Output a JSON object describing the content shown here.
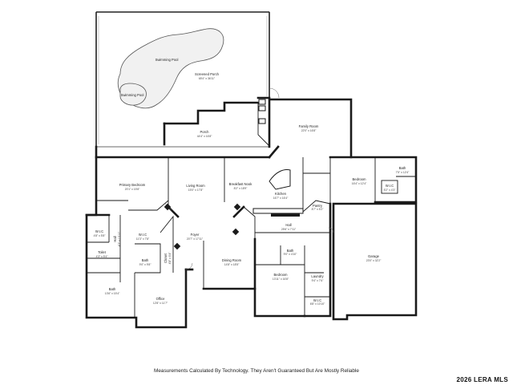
{
  "rooms": [
    {
      "id": "screened-porch",
      "name": "Screened Porch",
      "dims": "65'4\" x 36'11\""
    },
    {
      "id": "swimming-pool-1",
      "name": "Swimming Pool",
      "dims": ""
    },
    {
      "id": "swimming-pool-2",
      "name": "Swimming Pool",
      "dims": ""
    },
    {
      "id": "porch",
      "name": "Porch",
      "dims": "44'4\" x 16'8\""
    },
    {
      "id": "family-room",
      "name": "Family Room",
      "dims": "22'0\" x 16'8\""
    },
    {
      "id": "primary-bedroom",
      "name": "Primary Bedroom",
      "dims": "20'1\" x 15'8\""
    },
    {
      "id": "living-room",
      "name": "Living Room",
      "dims": "15'0\" x 17'8\""
    },
    {
      "id": "breakfast-nook",
      "name": "Breakfast Nook",
      "dims": "8'2\" x 18'9\""
    },
    {
      "id": "kitchen",
      "name": "Kitchen",
      "dims": "16'7\" x 16'4\""
    },
    {
      "id": "bedroom-ne",
      "name": "Bedroom",
      "dims": "16'4\" x 12'4\""
    },
    {
      "id": "bath-ne",
      "name": "Bath",
      "dims": "7'5\" x 12'4\""
    },
    {
      "id": "wic-ne",
      "name": "W.I.C",
      "dims": "5'2\" x 4'3\""
    },
    {
      "id": "wic-primary-1",
      "name": "W.I.C",
      "dims": "4'8\" x 5'8\""
    },
    {
      "id": "hall-west",
      "name": "Hall",
      "dims": "4'3\" x 13'10\""
    },
    {
      "id": "wic-primary-2",
      "name": "W.I.C",
      "dims": "11'3\" x 7'8\""
    },
    {
      "id": "foyer",
      "name": "Foyer",
      "dims": "20'7\" x 17'11\""
    },
    {
      "id": "pantry",
      "name": "Pantry",
      "dims": "8'7\" x 5'2\""
    },
    {
      "id": "hall-center",
      "name": "Hall",
      "dims": "25'6\" x 7'11\""
    },
    {
      "id": "garage",
      "name": "Garage",
      "dims": "23'0\" x 32'2\""
    },
    {
      "id": "bath-primary",
      "name": "Bath",
      "dims": "9'0\" x 9'8\""
    },
    {
      "id": "bath-west",
      "name": "Bath",
      "dims": "13'6\" x 15'4\""
    },
    {
      "id": "toilet",
      "name": "Toilet",
      "dims": "4'3\" x 5'4\""
    },
    {
      "id": "closet",
      "name": "Closet",
      "dims": "4'8\" x 6'4\""
    },
    {
      "id": "office",
      "name": "Office",
      "dims": "12'8\" x 11'7\""
    },
    {
      "id": "dining-room",
      "name": "Dining Room",
      "dims": "14'8\" x 18'5\""
    },
    {
      "id": "bath-center",
      "name": "Bath",
      "dims": "9'0\" x 4'10\""
    },
    {
      "id": "bedroom-center",
      "name": "Bedroom",
      "dims": "13'11\" x 16'8\""
    },
    {
      "id": "laundry",
      "name": "Laundry",
      "dims": "9'4\" x 7'6\""
    },
    {
      "id": "wic-center",
      "name": "W.I.C",
      "dims": "6'8\" x 10'10\""
    }
  ],
  "footer": {
    "disclaimer": "Measurements Calculated By Technology. They Aren't Guaranteed But Are Mostly Reliable",
    "copyright": "2026 LERA MLS"
  }
}
